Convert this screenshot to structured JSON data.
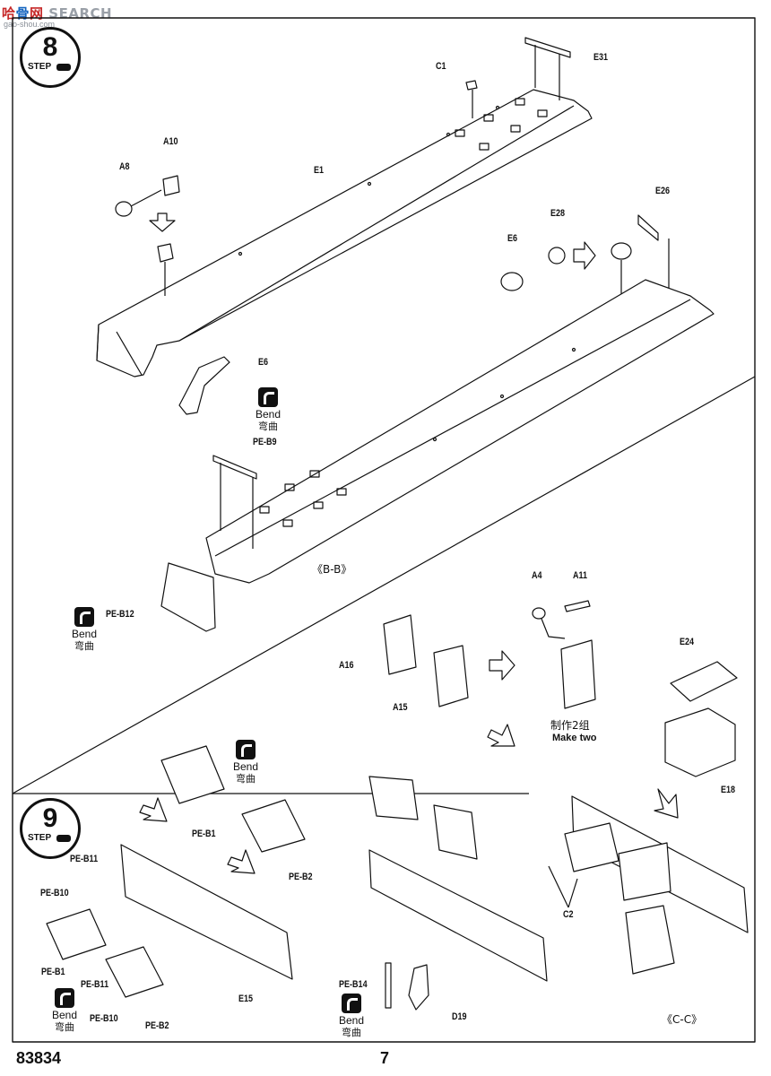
{
  "watermark": {
    "a": "哈",
    "b": "骨",
    "c": "网",
    "rest": "SEARCH",
    "sub": "gao-shou.com"
  },
  "steps": [
    {
      "number": "8",
      "label": "STEP"
    },
    {
      "number": "9",
      "label": "STEP"
    }
  ],
  "parts": {
    "C1": "C1",
    "E31": "E31",
    "A10": "A10",
    "A8": "A8",
    "E1": "E1",
    "E26": "E26",
    "E28": "E28",
    "E6a": "E6",
    "E6b": "E6",
    "PEB9": "PE-B9",
    "PEB12": "PE-B12",
    "A4": "A4",
    "A11": "A11",
    "A16": "A16",
    "A15": "A15",
    "E24": "E24",
    "E18": "E18",
    "PEB1a": "PE-B1",
    "PEB2a": "PE-B2",
    "PEB11a": "PE-B11",
    "PEB10a": "PE-B10",
    "PEB1b": "PE-B1",
    "PEB11b": "PE-B11",
    "PEB10b": "PE-B10",
    "PEB2b": "PE-B2",
    "E15": "E15",
    "PEB14": "PE-B14",
    "D19": "D19",
    "C2": "C2"
  },
  "bend": {
    "en": "Bend",
    "zh": "弯曲"
  },
  "make_two": {
    "zh": "制作2组",
    "en": "Make two"
  },
  "views": {
    "bb": "《B-B》",
    "cc": "《C-C》"
  },
  "footer": {
    "code": "83834",
    "page": "7"
  }
}
